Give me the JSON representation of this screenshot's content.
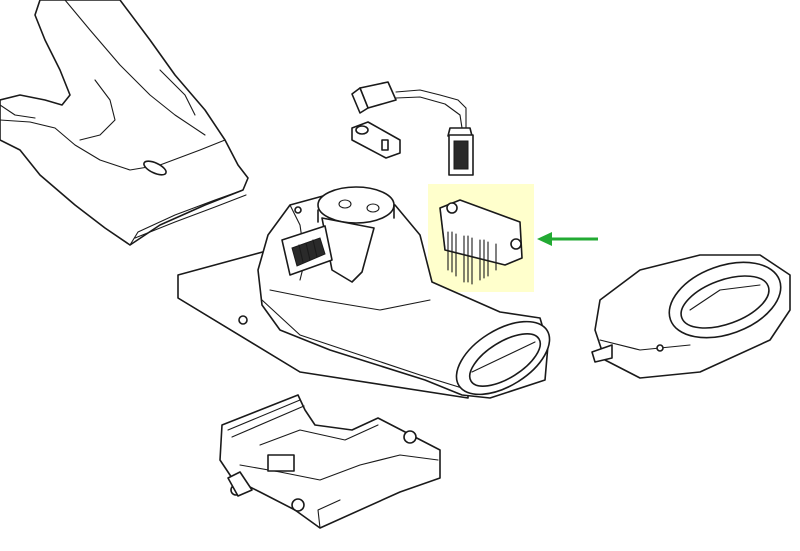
{
  "diagram": {
    "highlight_color": "#ffffcc",
    "arrow_color": "#22aa33",
    "line_color": "#1a1a1a",
    "parts": [
      {
        "id": "air-duct",
        "icon": "air-duct-icon"
      },
      {
        "id": "wiring-harness",
        "icon": "wiring-harness-icon"
      },
      {
        "id": "mounting-bracket",
        "icon": "bracket-icon"
      },
      {
        "id": "blower-motor-housing",
        "icon": "blower-motor-icon"
      },
      {
        "id": "blower-resistor",
        "icon": "resistor-icon",
        "highlighted": true
      },
      {
        "id": "outlet-duct",
        "icon": "outlet-duct-icon"
      },
      {
        "id": "lower-cover",
        "icon": "cover-plate-icon"
      }
    ]
  }
}
